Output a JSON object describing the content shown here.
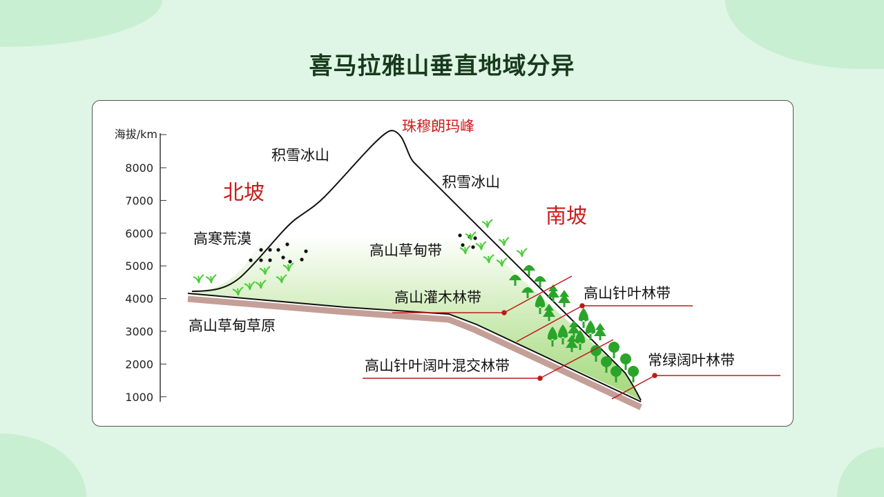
{
  "title": "喜马拉雅山垂直地域分异",
  "axis": {
    "label": "海拔/km",
    "ticks": [
      "8000",
      "7000",
      "6000",
      "5000",
      "4000",
      "3000",
      "2000",
      "1000"
    ]
  },
  "labels": {
    "peak": "珠穆朗玛峰",
    "north_slope": "北坡",
    "south_slope": "南坡",
    "north_snow": "积雪冰山",
    "south_snow": "积雪冰山",
    "cold_desert": "高寒荒漠",
    "alpine_meadow_belt": "高山草甸带",
    "alpine_steppe": "高山草甸草原",
    "alpine_shrub": "高山灌木林带",
    "alpine_conifer": "高山针叶林带",
    "mixed_forest": "高山针叶阔叶混交林带",
    "evergreen_broadleaf": "常绿阔叶林带"
  },
  "colors": {
    "accent_red": "#cc1b1b",
    "vegetation": "#2aa52a",
    "grass": "#4ccd3a"
  }
}
